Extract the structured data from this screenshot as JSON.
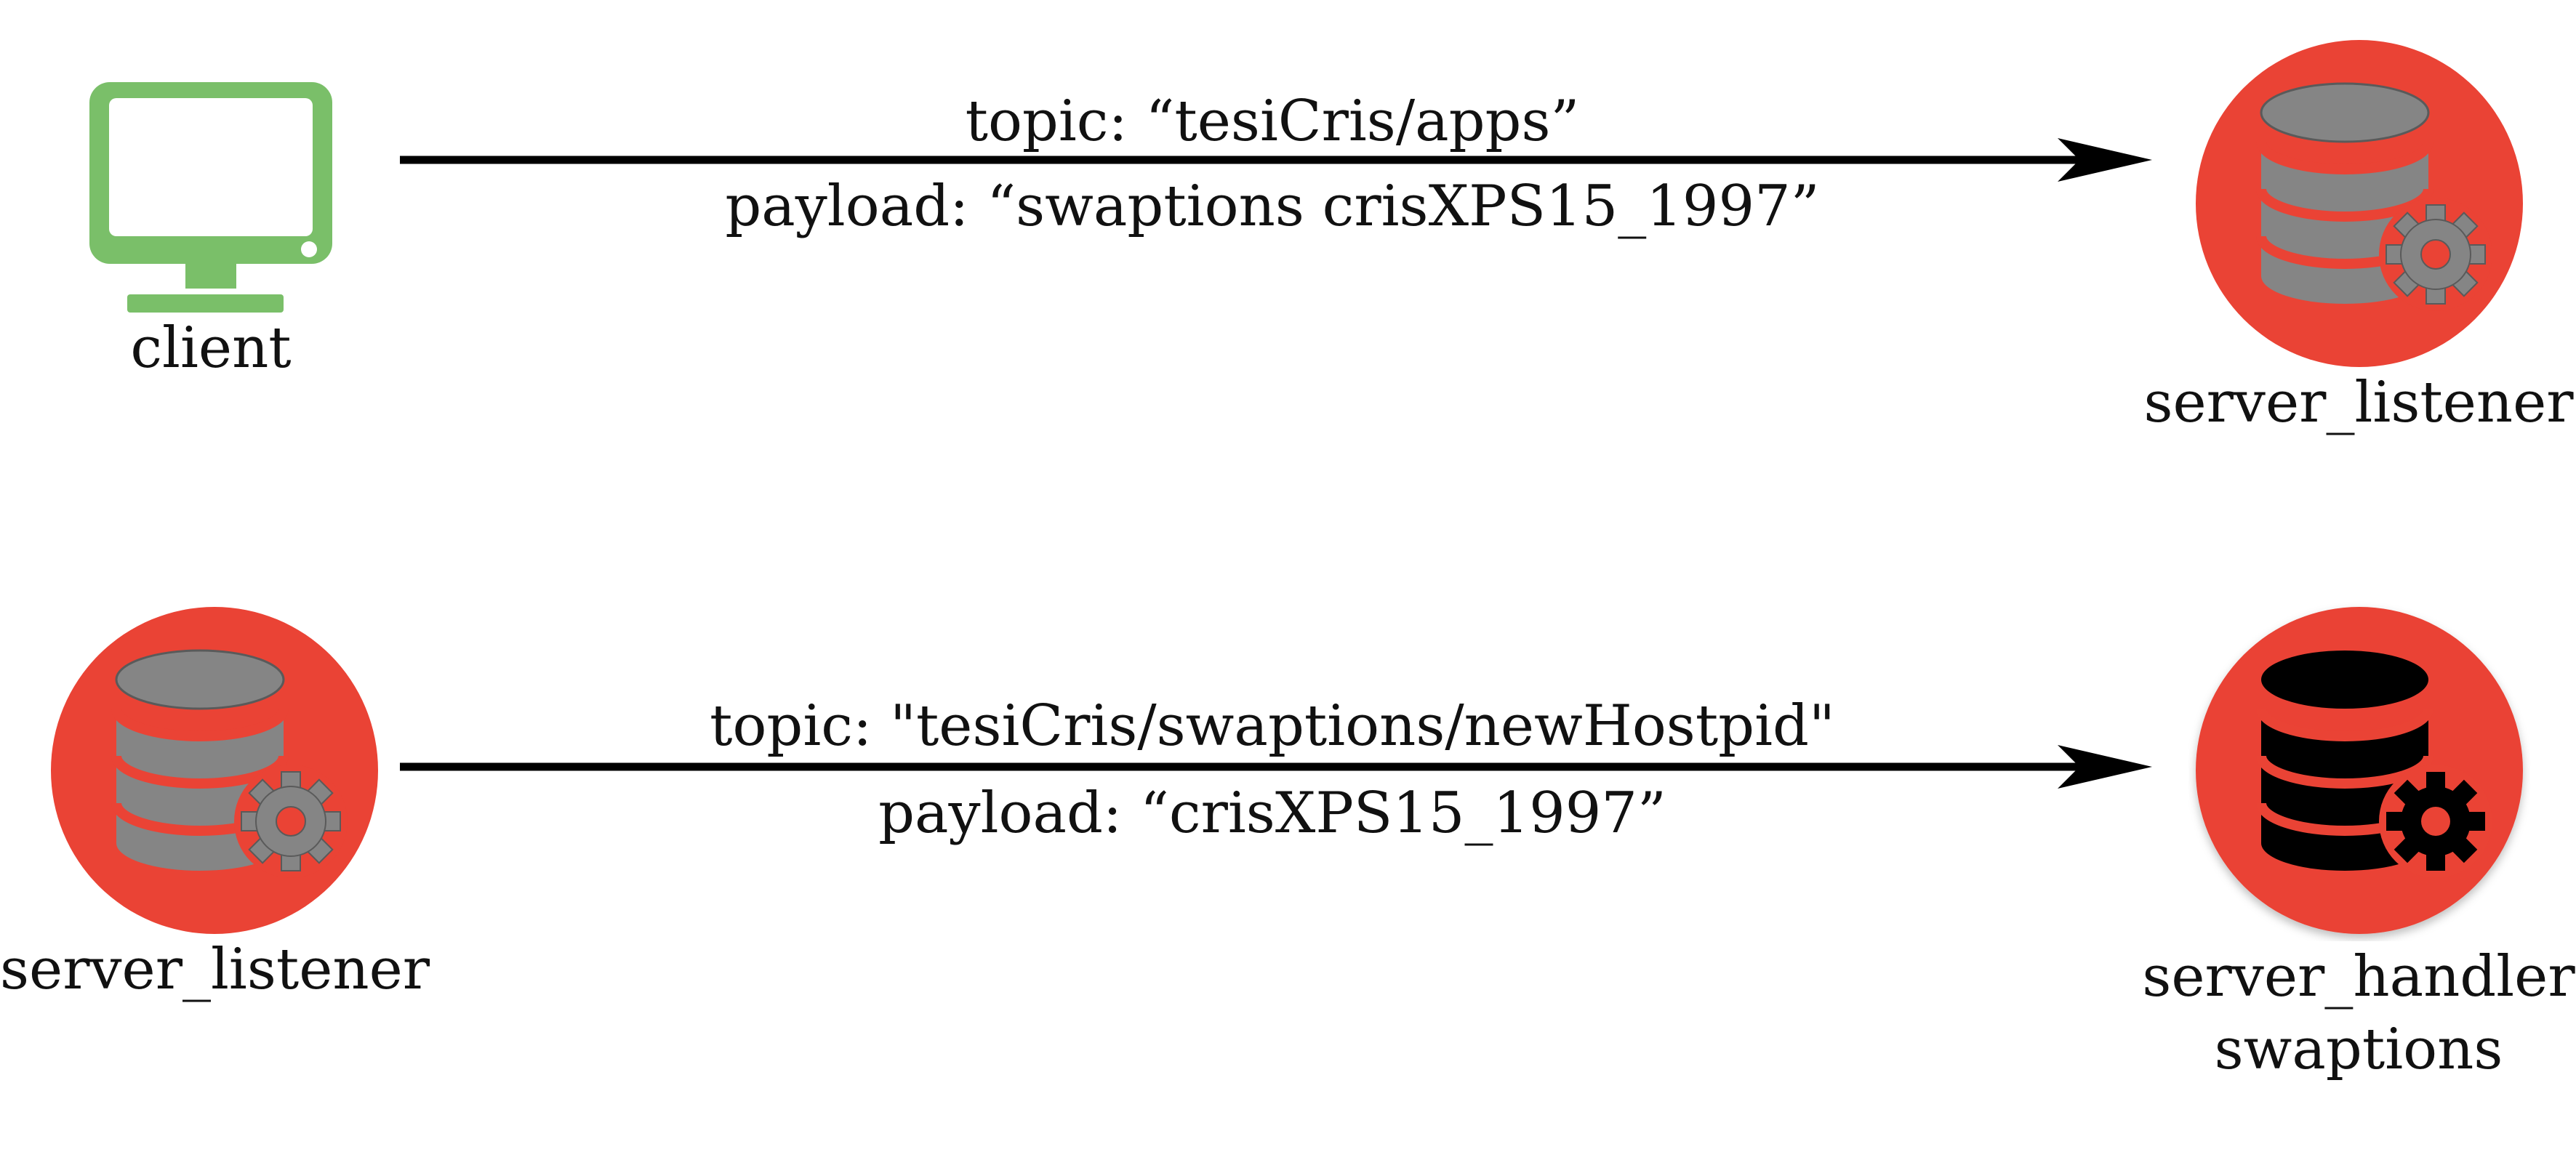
{
  "colors": {
    "client_green": "#7abf69",
    "server_red": "#ea4335",
    "icon_gray": "#858585",
    "icon_black": "#000000",
    "arrow": "#000000"
  },
  "nodes": {
    "client": {
      "label": "client",
      "icon": "monitor-icon"
    },
    "listener_top": {
      "label": "server_listener",
      "icon": "database-gear-icon"
    },
    "listener_bottom": {
      "label": "server_listener",
      "icon": "database-gear-icon"
    },
    "handler": {
      "label_line1": "server_handler",
      "label_line2": "swaptions",
      "icon": "database-gear-icon"
    }
  },
  "messages": [
    {
      "topic": "topic: “tesiCris/apps”",
      "payload": "payload: “swaptions crisXPS15_1997”"
    },
    {
      "topic": "topic: \"tesiCris/swaptions/newHostpid\"",
      "payload": "payload: “crisXPS15_1997”"
    }
  ]
}
